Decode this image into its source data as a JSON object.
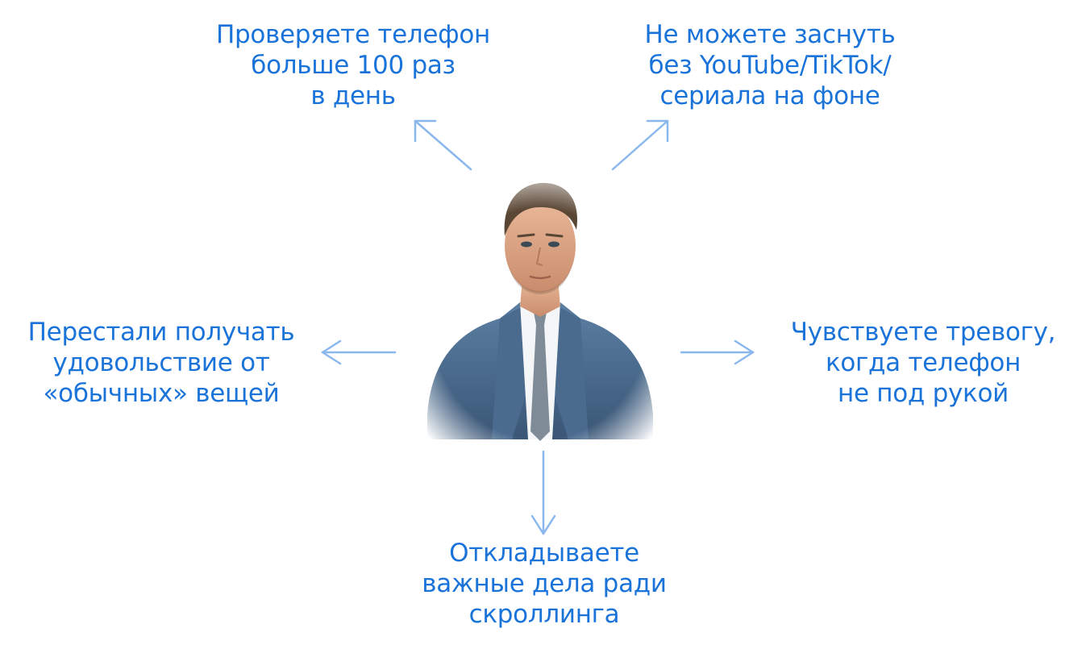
{
  "center": {
    "image": "businessman-portrait"
  },
  "nodes": {
    "top_left": {
      "lines": [
        "Проверяете телефон",
        "больше 100 раз",
        "в день"
      ]
    },
    "top_right": {
      "lines": [
        "Не можете заснуть",
        "без YouTube/TikTok/",
        "сериала на фоне"
      ]
    },
    "mid_left": {
      "lines": [
        "Перестали получать",
        "удовольствие от",
        "«обычных» вещей"
      ]
    },
    "mid_right": {
      "lines": [
        "Чувствуете тревогу,",
        "когда телефон",
        "не под рукой"
      ]
    },
    "bottom": {
      "lines": [
        "Откладываете",
        "важные дела ради",
        "скроллинга"
      ]
    }
  },
  "colors": {
    "text": "#1a73d9",
    "arrow": "#8ab8ee"
  }
}
